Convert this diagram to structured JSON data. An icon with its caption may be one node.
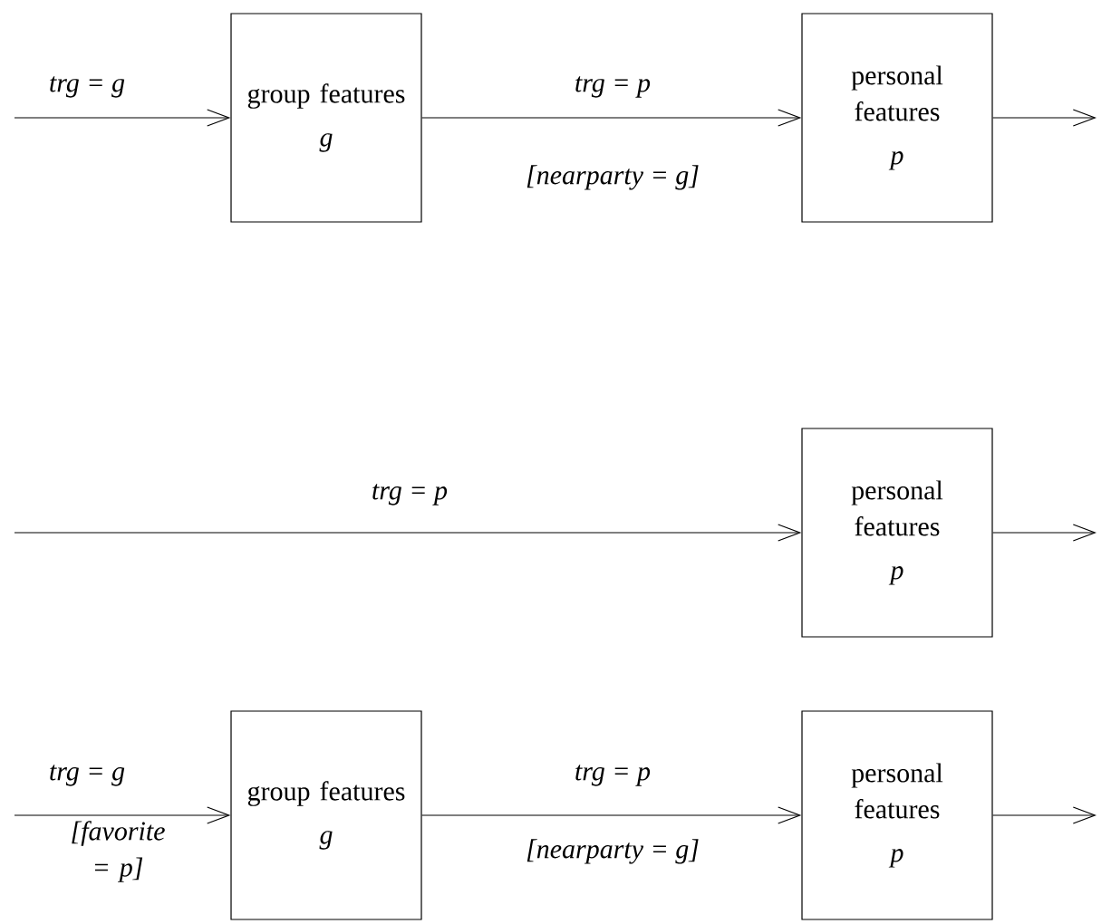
{
  "diagram": {
    "nodes": [
      {
        "text": [
          "group features",
          "g"
        ]
      },
      {
        "text": [
          "personal features",
          "p"
        ]
      },
      {
        "text": [
          "personal features",
          "p"
        ]
      },
      {
        "text": [
          "group features",
          "g"
        ]
      },
      {
        "text": [
          "personal features",
          "p"
        ]
      }
    ],
    "edges": [
      {
        "from": null,
        "to": 0,
        "arrow": "to",
        "label": "trg = g"
      },
      {
        "from": 0,
        "to": 1,
        "arrow": "to",
        "label": "trg = p"
      },
      {
        "from": 1,
        "to": null,
        "arrow": "to"
      },
      {
        "from": null,
        "to": 2,
        "arrow": "to",
        "label": "trg = p"
      },
      {
        "from": 2,
        "to": null,
        "arrow": "to"
      },
      {
        "from": null,
        "to": 3,
        "arrow": "to",
        "label": "trg = g"
      },
      {
        "from": 3,
        "to": 4,
        "arrow": "to",
        "label": "trg = p"
      },
      {
        "from": 4,
        "to": null,
        "arrow": "to"
      }
    ],
    "labels": [
      "[nearparty = g]",
      "[favorite = p]",
      "[nearparty = g]"
    ]
  }
}
